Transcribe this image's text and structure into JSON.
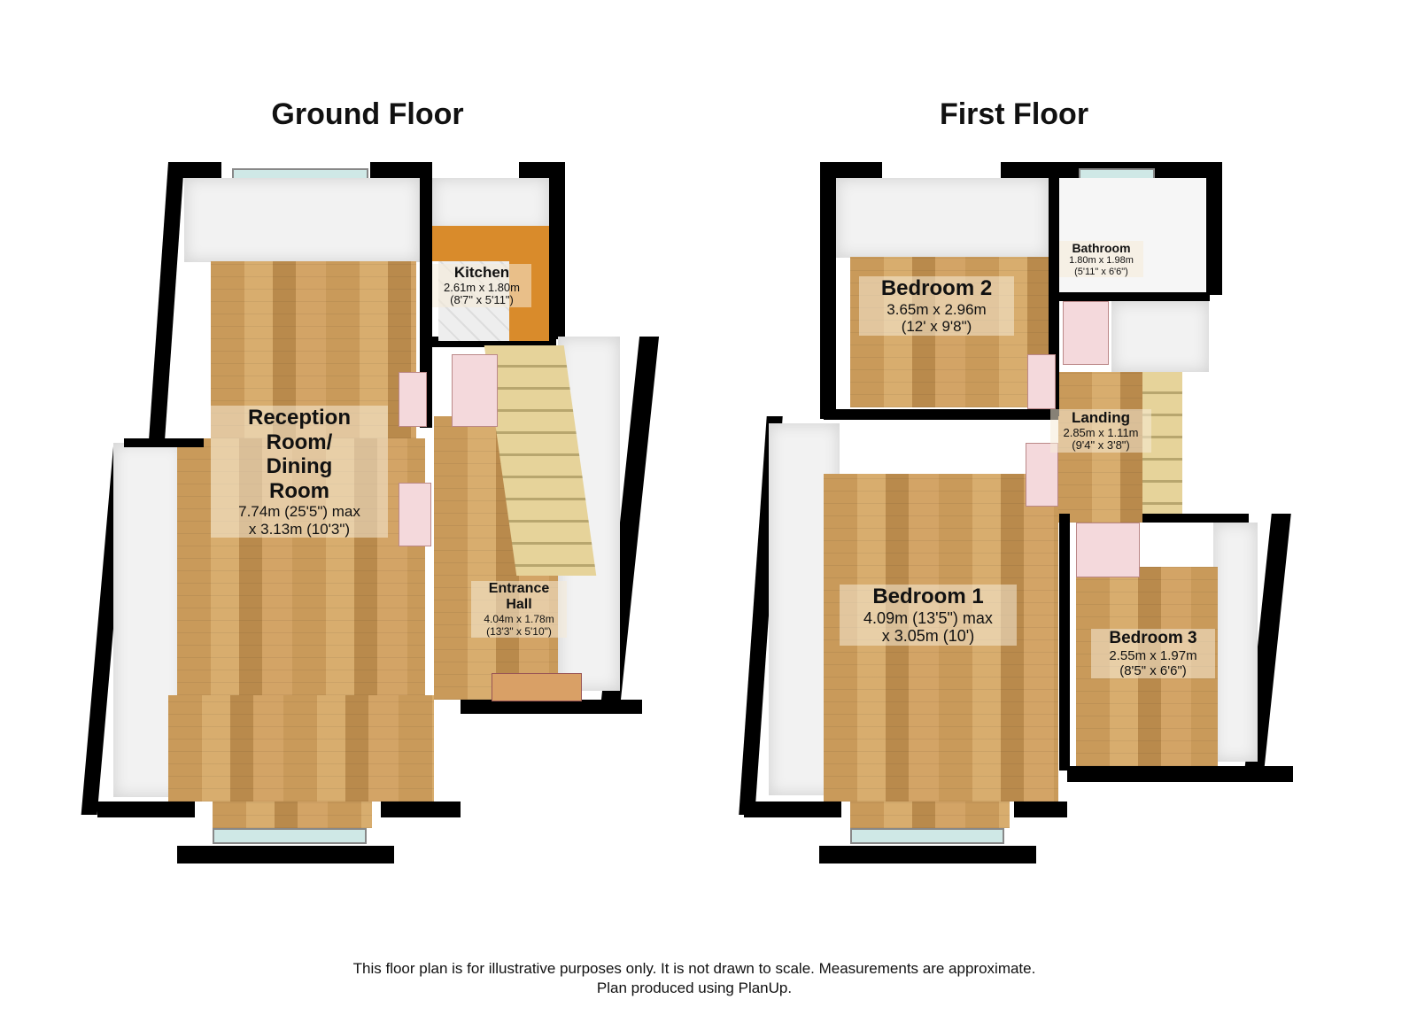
{
  "floors": [
    {
      "title": "Ground Floor",
      "rooms": [
        {
          "name": "Reception Room/ Dining Room",
          "name_lines": [
            "Reception",
            "Room/",
            "Dining",
            "Room"
          ],
          "dims": "7.74m (25'5\") max",
          "dims2": "x 3.13m (10'3\")"
        },
        {
          "name": "Kitchen",
          "dims": "2.61m x 1.80m",
          "dims2": "(8'7\" x 5'11\")"
        },
        {
          "name": "Entrance Hall",
          "name_lines": [
            "Entrance",
            "Hall"
          ],
          "dims": "4.04m x 1.78m",
          "dims2": "(13'3\" x 5'10\")"
        }
      ]
    },
    {
      "title": "First Floor",
      "rooms": [
        {
          "name": "Bedroom 2",
          "dims": "3.65m x 2.96m",
          "dims2": "(12' x 9'8\")"
        },
        {
          "name": "Bathroom",
          "dims": "1.80m x 1.98m",
          "dims2": "(5'11\" x 6'6\")"
        },
        {
          "name": "Landing",
          "dims": "2.85m x 1.11m",
          "dims2": "(9'4\" x 3'8\")"
        },
        {
          "name": "Bedroom 1",
          "dims": "4.09m (13'5\") max",
          "dims2": "x 3.05m (10')"
        },
        {
          "name": "Bedroom 3",
          "dims": "2.55m x 1.97m",
          "dims2": "(8'5\" x 6'6\")"
        }
      ]
    }
  ],
  "footer": {
    "line1": "This floor plan is for illustrative purposes only. It is not drawn to scale. Measurements are approximate.",
    "line2": "Plan produced using PlanUp."
  }
}
